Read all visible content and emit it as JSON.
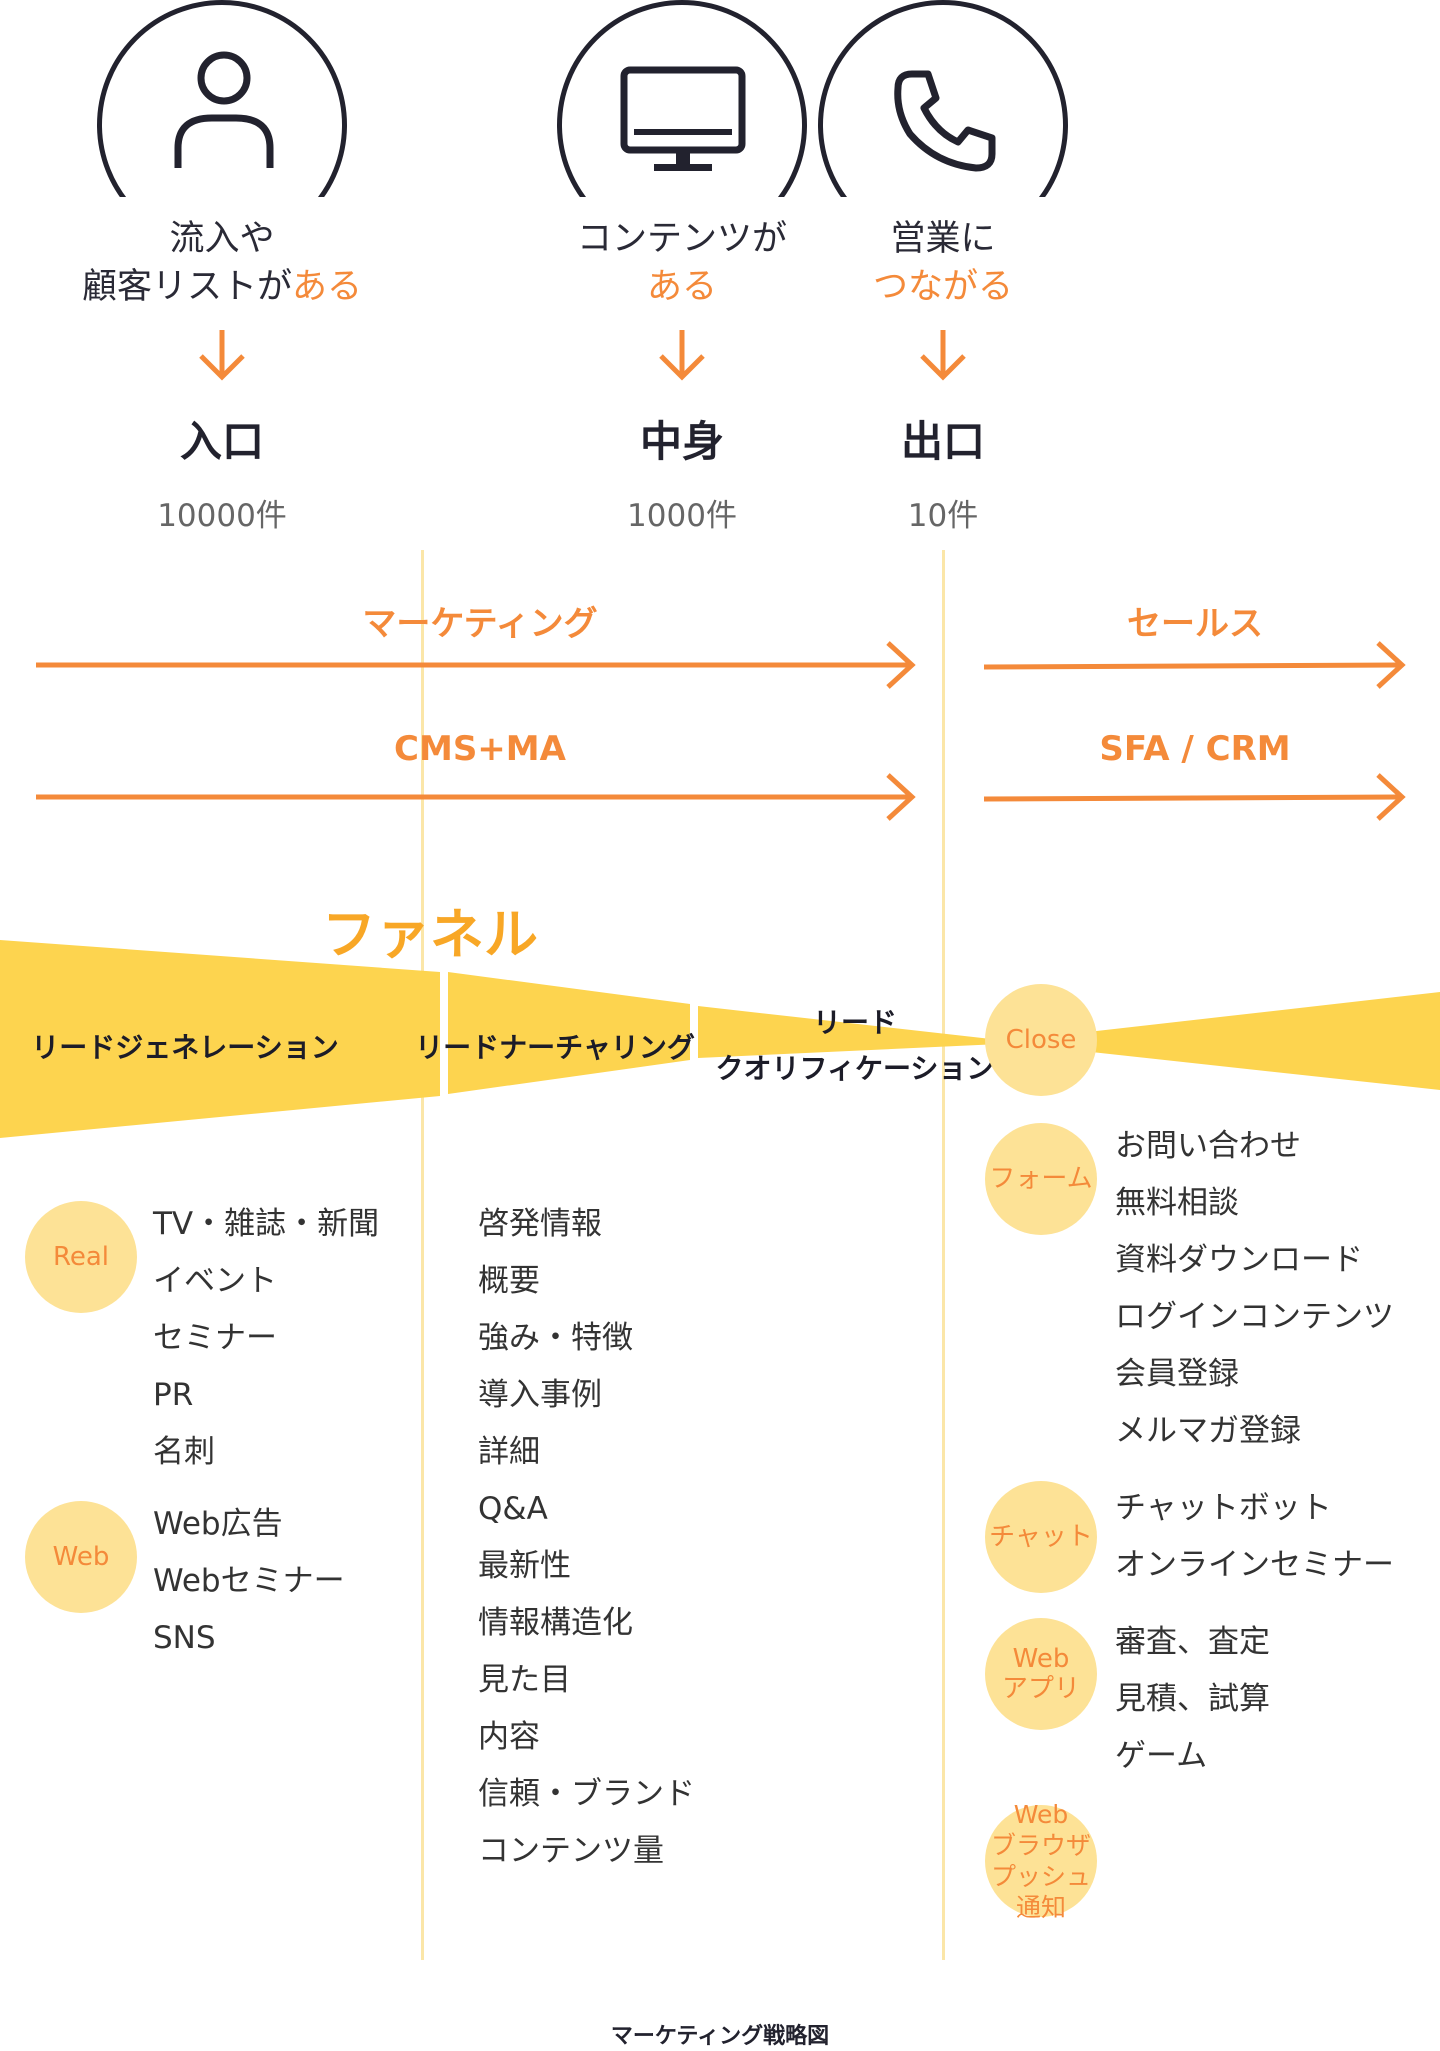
{
  "stages": [
    {
      "icon": "person-icon",
      "line1": "流入や",
      "line2_plain": "顧客リストが",
      "line2_accent": "ある",
      "title": "入口",
      "count": "10000件"
    },
    {
      "icon": "monitor-icon",
      "line1": "コンテンツが",
      "line2_plain": "",
      "line2_accent": "ある",
      "title": "中身",
      "count": "1000件"
    },
    {
      "icon": "phone-icon",
      "line1": "営業に",
      "line2_plain": "",
      "line2_accent": "つながる",
      "title": "出口",
      "count": "10件"
    }
  ],
  "flows": {
    "marketing": "マーケティング",
    "sales": "セールス",
    "cms_ma": "CMS+MA",
    "sfa_crm": "SFA / CRM"
  },
  "funnel": {
    "title": "ファネル",
    "lead_generation": "リードジェネレーション",
    "lead_nurturing": "リードナーチャリング",
    "lead_qualification_1": "リード",
    "lead_qualification_2": "クオリフィケーション",
    "close": "Close"
  },
  "left_groups": [
    {
      "bubble": "Real",
      "items": [
        "TV・雑誌・新聞",
        "イベント",
        "セミナー",
        "PR",
        "名刺"
      ]
    },
    {
      "bubble": "Web",
      "items": [
        "Web広告",
        "Webセミナー",
        "SNS"
      ]
    }
  ],
  "middle_items": [
    "啓発情報",
    "概要",
    "強み・特徴",
    "導入事例",
    "詳細",
    "Q&A",
    "最新性",
    "情報構造化",
    "見た目",
    "内容",
    "信頼・ブランド",
    "コンテンツ量"
  ],
  "right_groups": [
    {
      "bubble": "フォーム",
      "items": [
        "お問い合わせ",
        "無料相談",
        "資料ダウンロード",
        "ログインコンテンツ",
        "会員登録",
        "メルマガ登録"
      ]
    },
    {
      "bubble": "チャット",
      "items": [
        "チャットボット",
        "オンラインセミナー"
      ]
    },
    {
      "bubble": "Web\nアプリ",
      "items": [
        "審査、査定",
        "見積、試算",
        "ゲーム"
      ]
    },
    {
      "bubble": "Web\nブラウザ\nプッシュ通知",
      "items": []
    }
  ],
  "caption": "マーケティング戦略図",
  "colors": {
    "accent_orange": "#f48a3a",
    "funnel_yellow": "#fdd44f",
    "bubble_yellow": "#fde296",
    "divider": "#fbe6a8",
    "icon_stroke": "#22222e"
  }
}
